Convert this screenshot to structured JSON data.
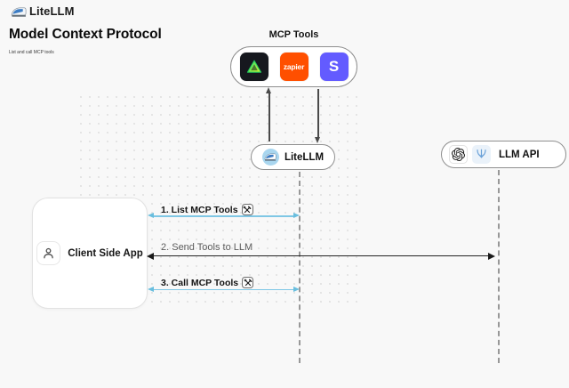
{
  "brand": {
    "name": "LiteLLM",
    "logo_icon": "bullet-train-icon"
  },
  "header": {
    "title": "Model Context Protocol",
    "subtitle": "List and call MCP tools"
  },
  "mcp_tools": {
    "label": "MCP Tools",
    "tools": [
      {
        "icon": "green-triangle-tool-icon",
        "bg": "#16181e"
      },
      {
        "icon": "zapier-icon",
        "text": "zapier",
        "bg": "#ff4f00"
      },
      {
        "icon": "stripe-icon",
        "text": "S",
        "bg": "#635bff"
      }
    ]
  },
  "nodes": {
    "litellm": {
      "label": "LiteLLM",
      "icon": "bullet-train-icon"
    },
    "llm_api": {
      "label": "LLM API",
      "icons": [
        "openai-icon",
        "blue-llm-provider-icon"
      ]
    },
    "client": {
      "label": "Client Side App",
      "icon": "person-icon"
    }
  },
  "messages": [
    {
      "label": "1. List MCP Tools",
      "tool_icon": true,
      "style": "blue"
    },
    {
      "label": "2. Send Tools to LLM",
      "tool_icon": false,
      "style": "dark"
    },
    {
      "label": "3. Call MCP Tools",
      "tool_icon": true,
      "style": "blue"
    }
  ],
  "colors": {
    "background": "#f8f8f8",
    "arrow_blue": "#7fc7e5",
    "arrow_dark": "#242424",
    "lifeline_gray": "#989898",
    "node_border": "#8f8f8f",
    "zapier_orange": "#ff4f00",
    "stripe_purple": "#635bff",
    "triangle_tile": "#16181e"
  }
}
